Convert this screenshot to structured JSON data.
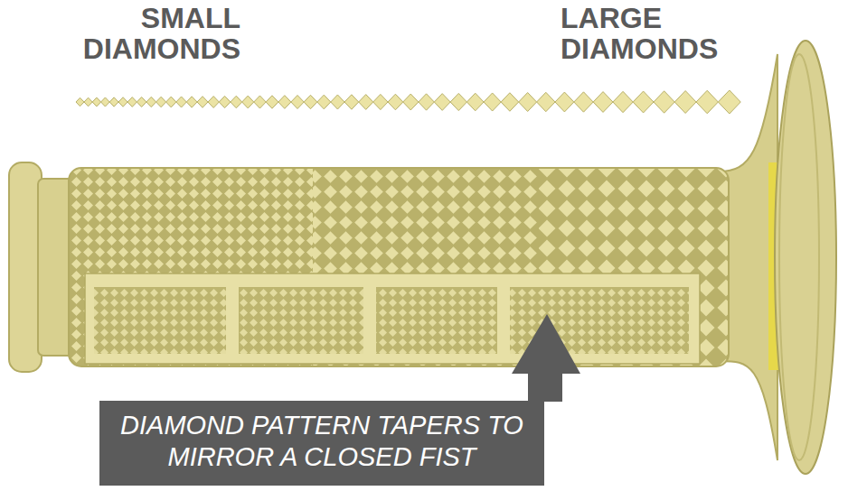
{
  "diagram": {
    "nodes": [
      {
        "text": [
          "DIAMOND PATTERN TAPERS TO MIRROR A CLOSED FIST"
        ]
      }
    ],
    "labels": [
      "SMALL DIAMONDS",
      "LARGE DIAMONDS"
    ]
  }
}
